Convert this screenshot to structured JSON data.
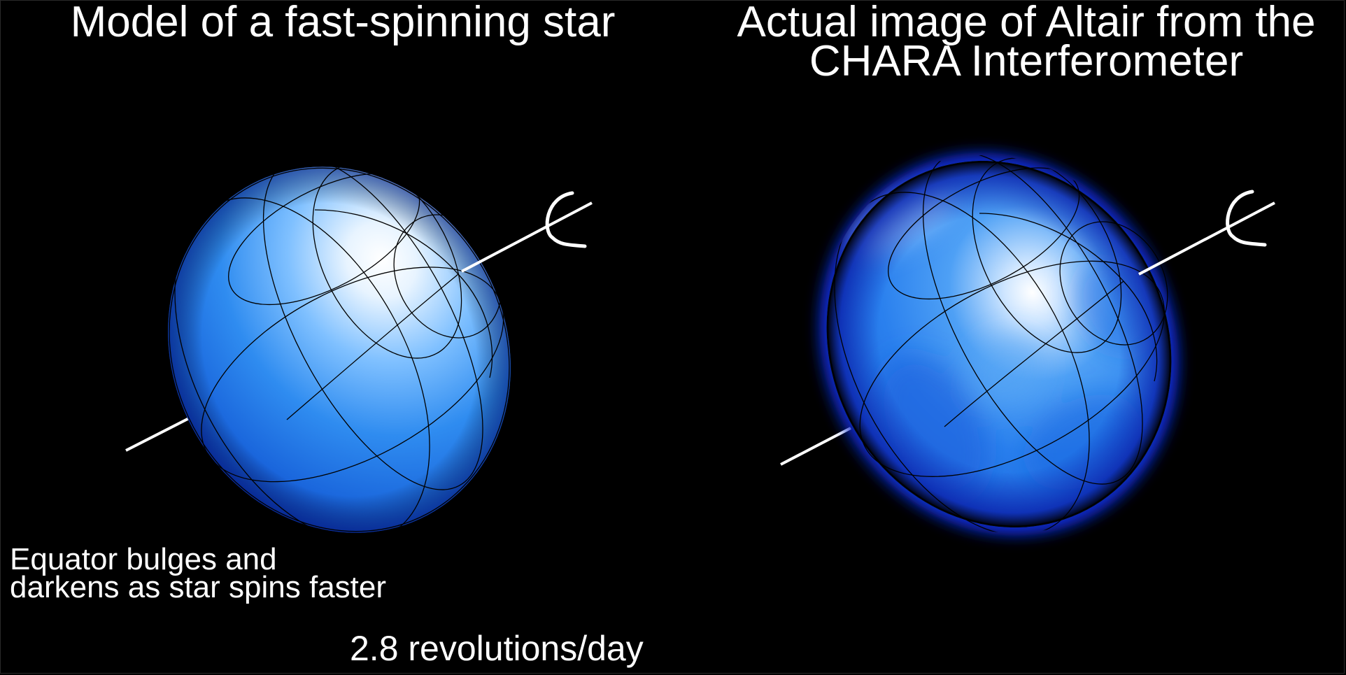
{
  "left_panel": {
    "title": "Model of a fast-spinning star",
    "caption_lines": [
      "Equator bulges and",
      "darkens as star spins faster"
    ],
    "rate": "2.8 revolutions/day"
  },
  "right_panel": {
    "title_lines": [
      "Actual image of Altair from the",
      "CHARA Interferometer"
    ]
  },
  "colors": {
    "background": "#000000",
    "text": "#ffffff",
    "star_core": "#ffffff",
    "star_mid": "#2f8cf0",
    "star_edge": "#0a2fb8",
    "grid_lines": "#000000",
    "axis_line": "#ffffff"
  }
}
